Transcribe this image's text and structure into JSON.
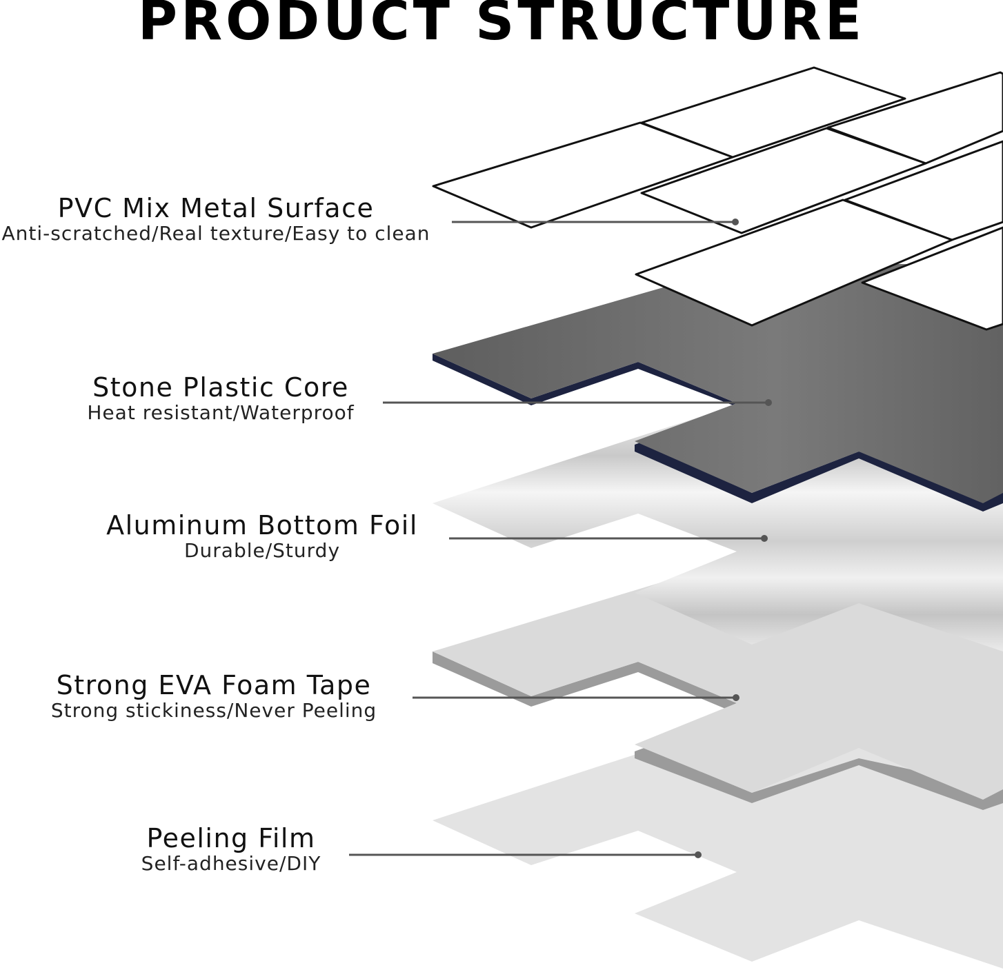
{
  "title": "PRODUCT STRUCTURE",
  "layers": [
    {
      "name": "PVC Mix Metal Surface",
      "desc": "Anti-scratched/Real texture/Easy to clean"
    },
    {
      "name": "Stone Plastic Core",
      "desc": "Heat resistant/Waterproof"
    },
    {
      "name": "Aluminum Bottom Foil",
      "desc": "Durable/Sturdy"
    },
    {
      "name": "Strong EVA Foam Tape",
      "desc": "Strong stickiness/Never Peeling"
    },
    {
      "name": "Peeling Film",
      "desc": "Self-adhesive/DIY"
    }
  ],
  "colors": {
    "surface": "#ffffff",
    "core": "#6e6e6e",
    "core_edge": "#1d2340",
    "foil": "#e4e4e4",
    "foam": "#dadada",
    "foam_edge": "#9a9a9a",
    "film": "#e2e2e2",
    "leader": "#555555"
  }
}
